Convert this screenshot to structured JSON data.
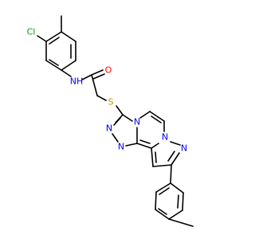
{
  "colors": {
    "bond": "#000000",
    "carbon_label": "#000000",
    "nitrogen": "#0000ff",
    "oxygen": "#ff0000",
    "sulfur": "#b8a000",
    "chlorine": "#00a000",
    "background": "#ffffff"
  },
  "atom_labels": {
    "cl": "Cl",
    "nh": "NH",
    "o": "O",
    "s": "S",
    "n_triazole_1": "N",
    "n_triazole_2": "N",
    "n_bridge": "N",
    "n_pyrazole_1": "N",
    "n_pyrazole_2": "N"
  }
}
